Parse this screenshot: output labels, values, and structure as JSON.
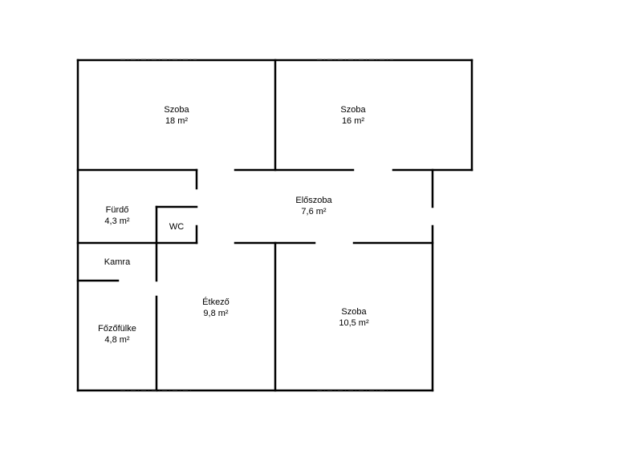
{
  "rooms": [
    {
      "name": "Szoba",
      "area": "18 m²"
    },
    {
      "name": "Szoba",
      "area": "16 m²"
    },
    {
      "name": "Fürdő",
      "area": "4,3 m²"
    },
    {
      "name": "WC",
      "area": ""
    },
    {
      "name": "Előszoba",
      "area": "7,6 m²"
    },
    {
      "name": "Kamra",
      "area": ""
    },
    {
      "name": "Étkező",
      "area": "9,8 m²"
    },
    {
      "name": "Szoba",
      "area": "10,5 m²"
    },
    {
      "name": "Főzőfülke",
      "area": "4,8 m²"
    }
  ],
  "colors": {
    "wall": "#000000",
    "window": "#555555",
    "background": "#ffffff"
  }
}
